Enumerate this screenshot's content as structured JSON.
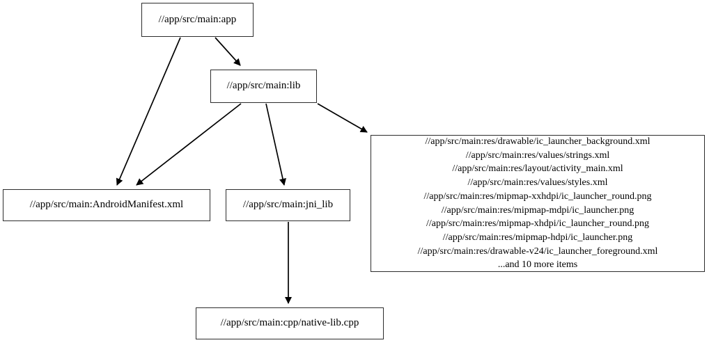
{
  "graph": {
    "background_color": "#ffffff",
    "edge_color": "#000000",
    "node_border_color": "#2c2c2c",
    "node_fill_color": "#ffffff",
    "nodes": [
      {
        "id": "app",
        "label": "//app/src/main:app"
      },
      {
        "id": "lib",
        "label": "//app/src/main:lib"
      },
      {
        "id": "manifest",
        "label": "//app/src/main:AndroidManifest.xml"
      },
      {
        "id": "jni_lib",
        "label": "//app/src/main:jni_lib"
      },
      {
        "id": "resources",
        "label": "//app/src/main:res/drawable/ic_launcher_background.xml\n//app/src/main:res/values/strings.xml\n//app/src/main:res/layout/activity_main.xml\n//app/src/main:res/values/styles.xml\n//app/src/main:res/mipmap-xxhdpi/ic_launcher_round.png\n//app/src/main:res/mipmap-mdpi/ic_launcher.png\n//app/src/main:res/mipmap-xhdpi/ic_launcher_round.png\n//app/src/main:res/mipmap-hdpi/ic_launcher.png\n//app/src/main:res/drawable-v24/ic_launcher_foreground.xml\n...and 10 more items",
        "lines": [
          "//app/src/main:res/drawable/ic_launcher_background.xml",
          "//app/src/main:res/values/strings.xml",
          "//app/src/main:res/layout/activity_main.xml",
          "//app/src/main:res/values/styles.xml",
          "//app/src/main:res/mipmap-xxhdpi/ic_launcher_round.png",
          "//app/src/main:res/mipmap-mdpi/ic_launcher.png",
          "//app/src/main:res/mipmap-xhdpi/ic_launcher_round.png",
          "//app/src/main:res/mipmap-hdpi/ic_launcher.png",
          "//app/src/main:res/drawable-v24/ic_launcher_foreground.xml",
          "...and 10 more items"
        ]
      },
      {
        "id": "native_lib",
        "label": "//app/src/main:cpp/native-lib.cpp"
      }
    ],
    "edges": [
      {
        "from": "app",
        "to": "manifest"
      },
      {
        "from": "app",
        "to": "lib"
      },
      {
        "from": "lib",
        "to": "manifest"
      },
      {
        "from": "lib",
        "to": "jni_lib"
      },
      {
        "from": "lib",
        "to": "resources"
      },
      {
        "from": "jni_lib",
        "to": "native_lib"
      }
    ]
  }
}
